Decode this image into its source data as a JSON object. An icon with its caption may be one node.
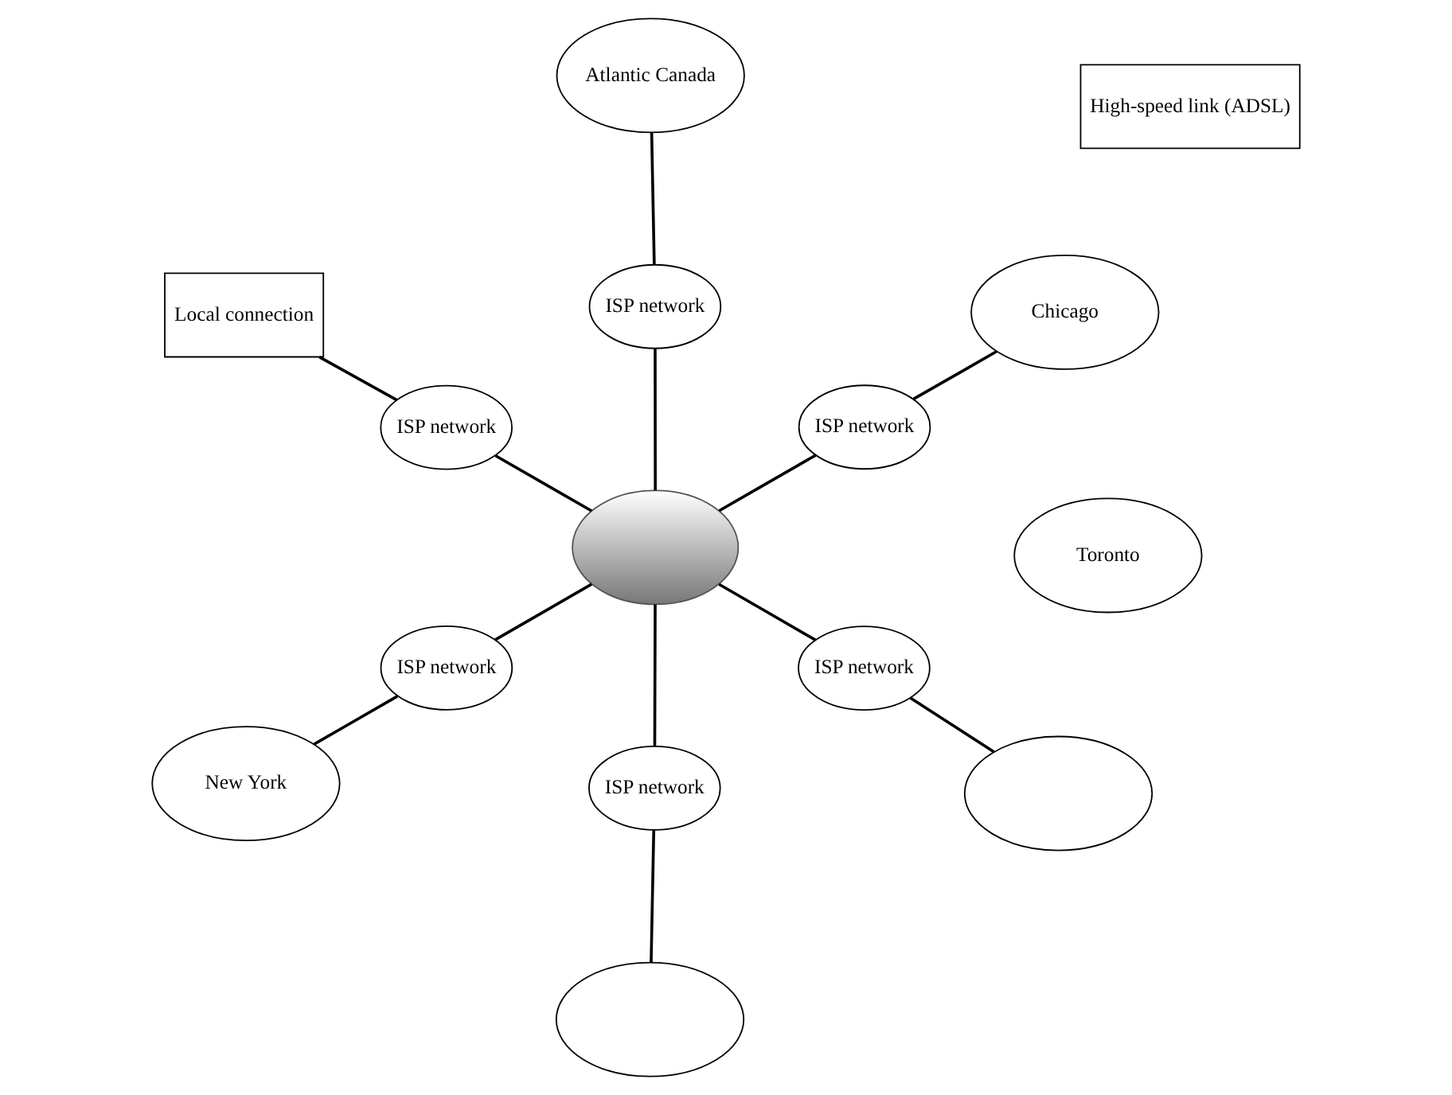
{
  "diagram": {
    "nodes": [
      {
        "text": [
          "Toronto"
        ]
      },
      {
        "text": [
          "High-speed link (ADSL)"
        ]
      },
      {
        "text": [
          "Local connection"
        ]
      },
      {
        "text": [
          "ISP network"
        ]
      },
      {
        "text": [],
        "shape": "cloud"
      },
      {
        "text": [
          "Atlantic Canada"
        ]
      },
      {
        "text": [
          "ISP network"
        ]
      },
      {
        "text": [
          "ISP network"
        ]
      },
      {
        "text": [
          "New York"
        ]
      },
      {
        "text": [
          "ISP network"
        ]
      },
      {
        "text": [],
        "shape": "ellipse"
      },
      {
        "text": [
          "ISP network"
        ]
      },
      {
        "text": [],
        "shape": "ellipse"
      },
      {
        "text": [
          "ISP network"
        ]
      },
      {
        "text": [
          "Chicago"
        ]
      }
    ],
    "edges": [
      {
        "from": 2,
        "to": 3,
        "arrow": "none"
      },
      {
        "from": 3,
        "to": 4,
        "arrow": "none"
      },
      {
        "from": 4,
        "to": 6,
        "arrow": "none"
      },
      {
        "from": 6,
        "to": 5,
        "arrow": "none"
      },
      {
        "from": 4,
        "to": 7,
        "arrow": "none"
      },
      {
        "from": 7,
        "to": 8,
        "arrow": "none"
      },
      {
        "from": 4,
        "to": 9,
        "arrow": "none"
      },
      {
        "from": 9,
        "to": 10,
        "arrow": "none"
      },
      {
        "from": 4,
        "to": 11,
        "arrow": "none"
      },
      {
        "from": 11,
        "to": 12,
        "arrow": "none"
      },
      {
        "from": 4,
        "to": 13,
        "arrow": "none"
      },
      {
        "from": 13,
        "to": 14,
        "arrow": "none"
      }
    ]
  }
}
